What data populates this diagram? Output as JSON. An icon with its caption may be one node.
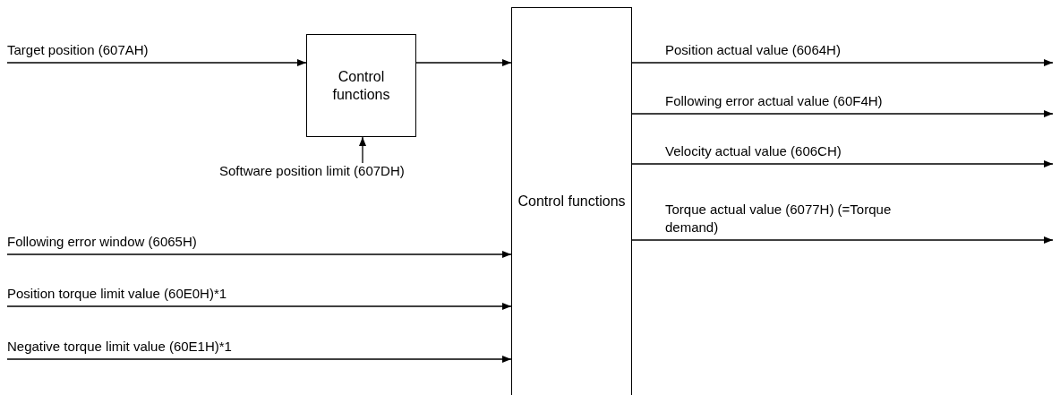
{
  "diagram": {
    "nodes": [
      {
        "text": [
          "Control functions"
        ]
      },
      {
        "text": [
          "Control functions"
        ]
      },
      {
        "text": [
          "Software position limit (607DH)"
        ]
      }
    ],
    "edges": [
      {
        "from": null,
        "to": 0,
        "arrow": "to",
        "label": "Target position (607AH)"
      },
      {
        "from": 2,
        "to": 0,
        "arrow": "to"
      },
      {
        "from": 0,
        "to": 1,
        "arrow": "to"
      },
      {
        "from": null,
        "to": 1,
        "arrow": "to",
        "label": "Following error window (6065H)"
      },
      {
        "from": null,
        "to": 1,
        "arrow": "to",
        "label": "Position torque limit value (60E0H)*1"
      },
      {
        "from": null,
        "to": 1,
        "arrow": "to",
        "label": "Negative torque limit value (60E1H)*1"
      },
      {
        "from": 1,
        "to": null,
        "arrow": "to",
        "label": "Position actual value (6064H)"
      },
      {
        "from": 1,
        "to": null,
        "arrow": "to",
        "label": "Following error actual value (60F4H)"
      },
      {
        "from": 1,
        "to": null,
        "arrow": "to",
        "label": "Velocity actual value (606CH)"
      },
      {
        "from": 1,
        "to": null,
        "arrow": "to",
        "label": "Torque actual value (6077H) (=Torque demand)"
      }
    ]
  }
}
